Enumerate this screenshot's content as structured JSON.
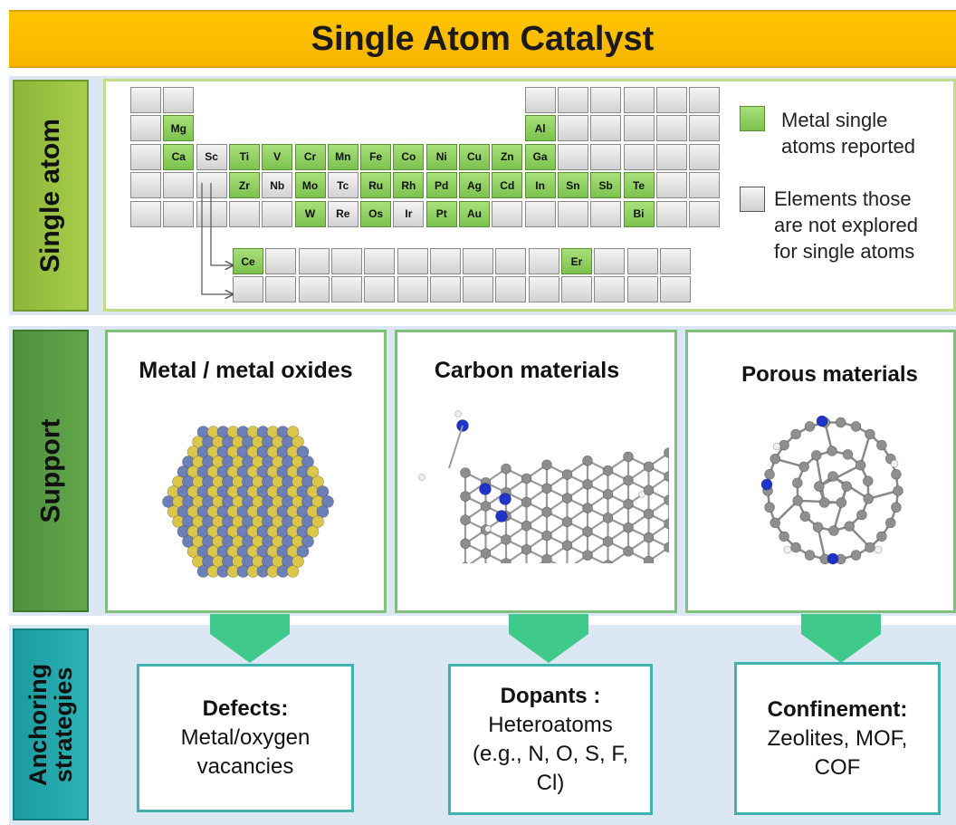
{
  "title": "Single Atom Catalyst",
  "sections": {
    "single_atom": "Single atom",
    "support": "Support",
    "anchoring": [
      "Anchoring",
      "strategies"
    ]
  },
  "periodic_table": {
    "cells": [
      {
        "r": 0,
        "c": 0,
        "s": "",
        "g": false
      },
      {
        "r": 0,
        "c": 1,
        "s": "",
        "g": false
      },
      {
        "r": 0,
        "c": 12,
        "s": "",
        "g": false
      },
      {
        "r": 0,
        "c": 13,
        "s": "",
        "g": false
      },
      {
        "r": 0,
        "c": 14,
        "s": "",
        "g": false
      },
      {
        "r": 0,
        "c": 15,
        "s": "",
        "g": false
      },
      {
        "r": 0,
        "c": 16,
        "s": "",
        "g": false
      },
      {
        "r": 0,
        "c": 17,
        "s": "",
        "g": false
      },
      {
        "r": 1,
        "c": 0,
        "s": "",
        "g": false
      },
      {
        "r": 1,
        "c": 1,
        "s": "Mg",
        "g": true
      },
      {
        "r": 1,
        "c": 12,
        "s": "Al",
        "g": true
      },
      {
        "r": 1,
        "c": 13,
        "s": "",
        "g": false
      },
      {
        "r": 1,
        "c": 14,
        "s": "",
        "g": false
      },
      {
        "r": 1,
        "c": 15,
        "s": "",
        "g": false
      },
      {
        "r": 1,
        "c": 16,
        "s": "",
        "g": false
      },
      {
        "r": 1,
        "c": 17,
        "s": "",
        "g": false
      },
      {
        "r": 2,
        "c": 0,
        "s": "",
        "g": false
      },
      {
        "r": 2,
        "c": 1,
        "s": "Ca",
        "g": true
      },
      {
        "r": 2,
        "c": 2,
        "s": "Sc",
        "g": false
      },
      {
        "r": 2,
        "c": 3,
        "s": "Ti",
        "g": true
      },
      {
        "r": 2,
        "c": 4,
        "s": "V",
        "g": true
      },
      {
        "r": 2,
        "c": 5,
        "s": "Cr",
        "g": true
      },
      {
        "r": 2,
        "c": 6,
        "s": "Mn",
        "g": true
      },
      {
        "r": 2,
        "c": 7,
        "s": "Fe",
        "g": true
      },
      {
        "r": 2,
        "c": 8,
        "s": "Co",
        "g": true
      },
      {
        "r": 2,
        "c": 9,
        "s": "Ni",
        "g": true
      },
      {
        "r": 2,
        "c": 10,
        "s": "Cu",
        "g": true
      },
      {
        "r": 2,
        "c": 11,
        "s": "Zn",
        "g": true
      },
      {
        "r": 2,
        "c": 12,
        "s": "Ga",
        "g": true
      },
      {
        "r": 2,
        "c": 13,
        "s": "",
        "g": false
      },
      {
        "r": 2,
        "c": 14,
        "s": "",
        "g": false
      },
      {
        "r": 2,
        "c": 15,
        "s": "",
        "g": false
      },
      {
        "r": 2,
        "c": 16,
        "s": "",
        "g": false
      },
      {
        "r": 2,
        "c": 17,
        "s": "",
        "g": false
      },
      {
        "r": 3,
        "c": 0,
        "s": "",
        "g": false
      },
      {
        "r": 3,
        "c": 1,
        "s": "",
        "g": false
      },
      {
        "r": 3,
        "c": 2,
        "s": "",
        "g": false
      },
      {
        "r": 3,
        "c": 3,
        "s": "Zr",
        "g": true
      },
      {
        "r": 3,
        "c": 4,
        "s": "Nb",
        "g": false
      },
      {
        "r": 3,
        "c": 5,
        "s": "Mo",
        "g": true
      },
      {
        "r": 3,
        "c": 6,
        "s": "Tc",
        "g": false
      },
      {
        "r": 3,
        "c": 7,
        "s": "Ru",
        "g": true
      },
      {
        "r": 3,
        "c": 8,
        "s": "Rh",
        "g": true
      },
      {
        "r": 3,
        "c": 9,
        "s": "Pd",
        "g": true
      },
      {
        "r": 3,
        "c": 10,
        "s": "Ag",
        "g": true
      },
      {
        "r": 3,
        "c": 11,
        "s": "Cd",
        "g": true
      },
      {
        "r": 3,
        "c": 12,
        "s": "In",
        "g": true
      },
      {
        "r": 3,
        "c": 13,
        "s": "Sn",
        "g": true
      },
      {
        "r": 3,
        "c": 14,
        "s": "Sb",
        "g": true
      },
      {
        "r": 3,
        "c": 15,
        "s": "Te",
        "g": true
      },
      {
        "r": 3,
        "c": 16,
        "s": "",
        "g": false
      },
      {
        "r": 3,
        "c": 17,
        "s": "",
        "g": false
      },
      {
        "r": 4,
        "c": 0,
        "s": "",
        "g": false
      },
      {
        "r": 4,
        "c": 1,
        "s": "",
        "g": false
      },
      {
        "r": 4,
        "c": 2,
        "s": "",
        "g": false
      },
      {
        "r": 4,
        "c": 3,
        "s": "",
        "g": false
      },
      {
        "r": 4,
        "c": 4,
        "s": "",
        "g": false
      },
      {
        "r": 4,
        "c": 5,
        "s": "W",
        "g": true
      },
      {
        "r": 4,
        "c": 6,
        "s": "Re",
        "g": false
      },
      {
        "r": 4,
        "c": 7,
        "s": "Os",
        "g": true
      },
      {
        "r": 4,
        "c": 8,
        "s": "Ir",
        "g": false
      },
      {
        "r": 4,
        "c": 9,
        "s": "Pt",
        "g": true
      },
      {
        "r": 4,
        "c": 10,
        "s": "Au",
        "g": true
      },
      {
        "r": 4,
        "c": 11,
        "s": "",
        "g": false
      },
      {
        "r": 4,
        "c": 12,
        "s": "",
        "g": false
      },
      {
        "r": 4,
        "c": 13,
        "s": "",
        "g": false
      },
      {
        "r": 4,
        "c": 14,
        "s": "",
        "g": false
      },
      {
        "r": 4,
        "c": 15,
        "s": "Bi",
        "g": true
      },
      {
        "r": 4,
        "c": 16,
        "s": "",
        "g": false
      },
      {
        "r": 4,
        "c": 17,
        "s": "",
        "g": false
      }
    ],
    "f_block": [
      {
        "row": 0,
        "c": 0,
        "s": "Ce",
        "g": true
      },
      {
        "row": 0,
        "c": 1,
        "s": "",
        "g": false
      },
      {
        "row": 0,
        "c": 2,
        "s": "",
        "g": false
      },
      {
        "row": 0,
        "c": 3,
        "s": "",
        "g": false
      },
      {
        "row": 0,
        "c": 4,
        "s": "",
        "g": false
      },
      {
        "row": 0,
        "c": 5,
        "s": "",
        "g": false
      },
      {
        "row": 0,
        "c": 6,
        "s": "",
        "g": false
      },
      {
        "row": 0,
        "c": 7,
        "s": "",
        "g": false
      },
      {
        "row": 0,
        "c": 8,
        "s": "",
        "g": false
      },
      {
        "row": 0,
        "c": 9,
        "s": "",
        "g": false
      },
      {
        "row": 0,
        "c": 10,
        "s": "Er",
        "g": true
      },
      {
        "row": 0,
        "c": 11,
        "s": "",
        "g": false
      },
      {
        "row": 0,
        "c": 12,
        "s": "",
        "g": false
      },
      {
        "row": 0,
        "c": 13,
        "s": "",
        "g": false
      },
      {
        "row": 1,
        "c": 0,
        "s": "",
        "g": false
      },
      {
        "row": 1,
        "c": 1,
        "s": "",
        "g": false
      },
      {
        "row": 1,
        "c": 2,
        "s": "",
        "g": false
      },
      {
        "row": 1,
        "c": 3,
        "s": "",
        "g": false
      },
      {
        "row": 1,
        "c": 4,
        "s": "",
        "g": false
      },
      {
        "row": 1,
        "c": 5,
        "s": "",
        "g": false
      },
      {
        "row": 1,
        "c": 6,
        "s": "",
        "g": false
      },
      {
        "row": 1,
        "c": 7,
        "s": "",
        "g": false
      },
      {
        "row": 1,
        "c": 8,
        "s": "",
        "g": false
      },
      {
        "row": 1,
        "c": 9,
        "s": "",
        "g": false
      },
      {
        "row": 1,
        "c": 10,
        "s": "",
        "g": false
      },
      {
        "row": 1,
        "c": 11,
        "s": "",
        "g": false
      },
      {
        "row": 1,
        "c": 12,
        "s": "",
        "g": false
      },
      {
        "row": 1,
        "c": 13,
        "s": "",
        "g": false
      }
    ]
  },
  "legend": {
    "reported": {
      "lines": [
        "Metal single",
        "atoms reported"
      ],
      "color": "#8fd15e"
    },
    "unexplored": {
      "lines": [
        "Elements those",
        "are not explored",
        "for single atoms"
      ],
      "color": "#d6d6d6"
    }
  },
  "supports": [
    {
      "title": "Metal / metal oxides",
      "image": "metal-oxide-nanoparticle"
    },
    {
      "title": "Carbon materials",
      "image": "nitrogen-doped-graphene"
    },
    {
      "title": "Porous materials",
      "image": "porous-cage-structure"
    }
  ],
  "anchoring": [
    {
      "head": "Defects:",
      "lines": [
        "Metal/oxygen",
        "vacancies"
      ]
    },
    {
      "head": "Dopants :",
      "lines": [
        "Heteroatoms",
        "(e.g., N, O, S, F,",
        "Cl)"
      ]
    },
    {
      "head": "Confinement:",
      "lines": [
        "Zeolites, MOF,",
        "COF"
      ]
    }
  ],
  "colors": {
    "banner": "#ffc400",
    "green_cell": "#8fd15e",
    "arrow": "#3fc98a",
    "anchor_border": "#3fb3ad"
  }
}
